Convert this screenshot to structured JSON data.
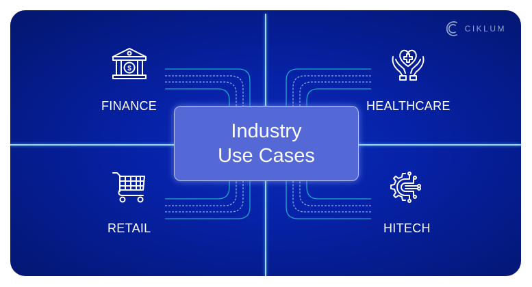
{
  "brand": {
    "name": "CIKLUM",
    "icon": "ciklum-logo-icon"
  },
  "center": {
    "line1": "Industry",
    "line2": "Use Cases"
  },
  "quadrants": [
    {
      "label": "FINANCE",
      "icon": "bank-dollar-icon",
      "position": "top-left"
    },
    {
      "label": "HEALTHCARE",
      "icon": "hands-heart-cross-icon",
      "position": "top-right"
    },
    {
      "label": "RETAIL",
      "icon": "shopping-cart-icon",
      "position": "bottom-left"
    },
    {
      "label": "HITECH",
      "icon": "gear-circuit-icon",
      "position": "bottom-right"
    }
  ],
  "colors": {
    "background": "#0622a8",
    "center_box": "#5468d6",
    "axis_line": "#9fd8f0",
    "connector": "#1fa6c8",
    "text": "#ffffff",
    "logo": "#8ea0cc"
  }
}
